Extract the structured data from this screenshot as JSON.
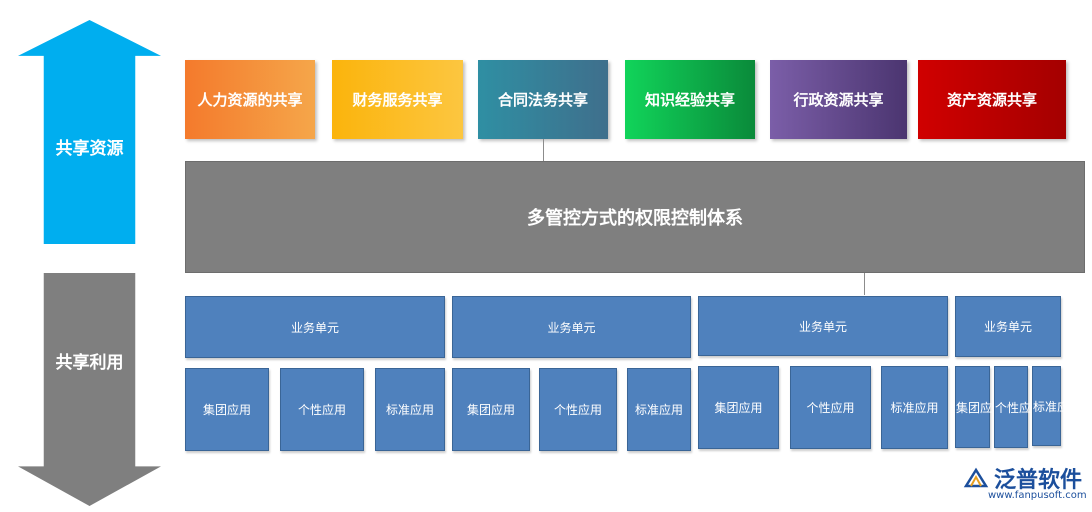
{
  "arrows": {
    "up_label": "共享资源",
    "down_label": "共享利用"
  },
  "resources": [
    {
      "label": "人力资源的共享",
      "color": "#f47a2c"
    },
    {
      "label": "财务服务共享",
      "color": "#fbb40c"
    },
    {
      "label": "合同法务共享",
      "color": "#2f8fa3"
    },
    {
      "label": "知识经验共享",
      "color": "#11b04b"
    },
    {
      "label": "行政资源共享",
      "color": "#6a4c9c"
    },
    {
      "label": "资产资源共享",
      "color": "#c00000"
    }
  ],
  "control_system": "多管控方式的权限控制体系",
  "business_units": [
    {
      "label": "业务单元",
      "apps": [
        "集团应用",
        "个性应用",
        "标准应用"
      ]
    },
    {
      "label": "业务单元",
      "apps": [
        "集团应用",
        "个性应用",
        "标准应用"
      ]
    },
    {
      "label": "业务单元",
      "apps": [
        "集团应用",
        "个性应用",
        "标准应用"
      ]
    },
    {
      "label": "业务单元",
      "apps": [
        "集团应用",
        "个性应用",
        "标准应用"
      ]
    }
  ],
  "logo": {
    "name": "泛普软件",
    "url": "www.fanpusoft.com"
  }
}
